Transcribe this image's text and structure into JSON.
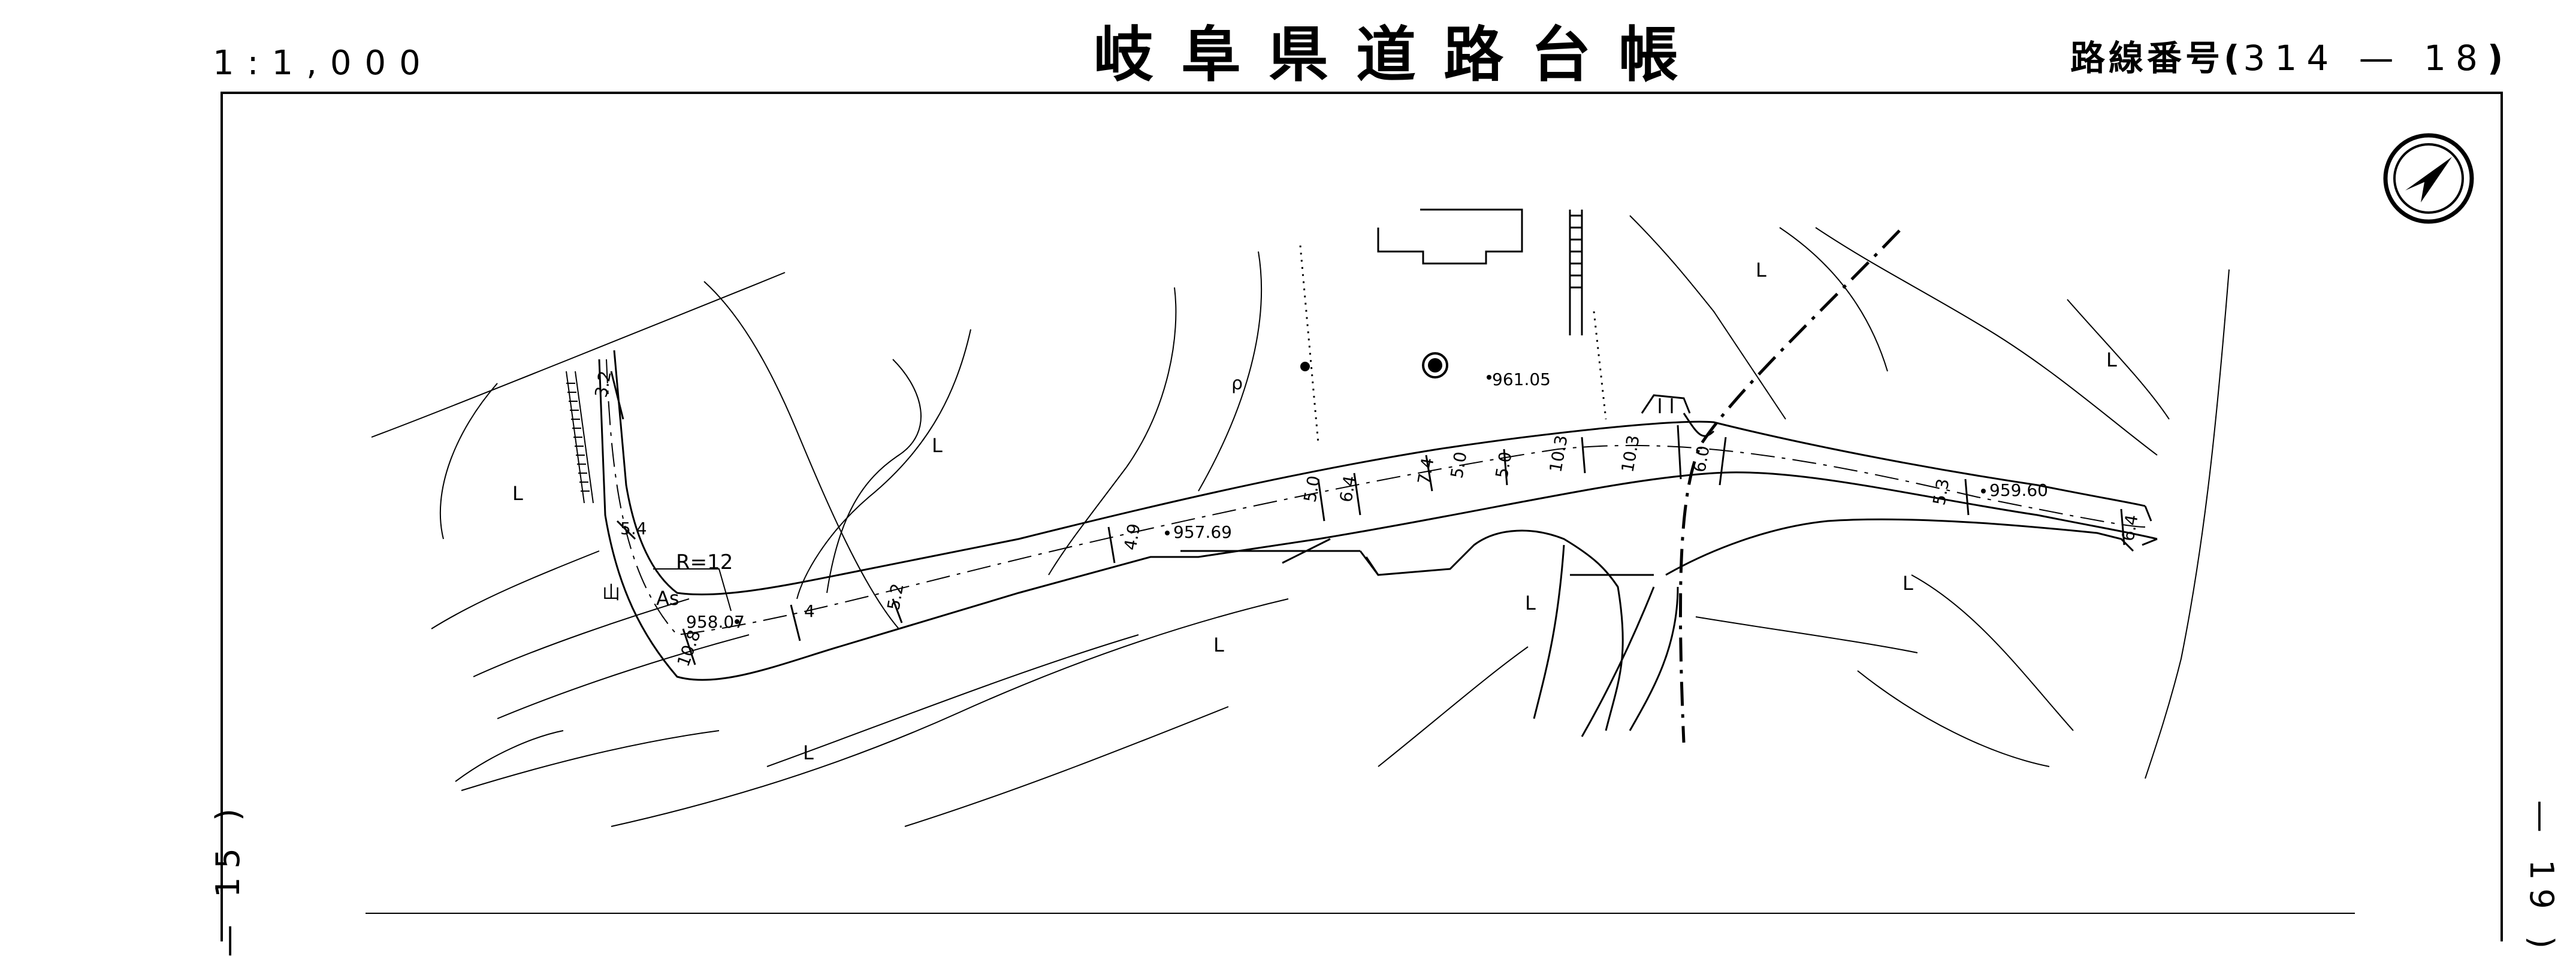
{
  "header": {
    "scale": "1:1,000",
    "title": "岐阜県道路台帳",
    "route_prefix": "路線番号(",
    "route_number": "314 — 18",
    "route_suffix": ")"
  },
  "sheet_links": {
    "left": "— 15 )",
    "right": "— 19 )"
  },
  "map": {
    "north_arrow": "north-arrow-icon",
    "curve_label": "R=12",
    "road_surface_label": "As",
    "elevations": [
      "958.07",
      "957.69",
      "961.05",
      "959.60"
    ],
    "widths": [
      "3.2",
      "5.4",
      "10.8",
      "4",
      "5.2",
      "4.9",
      "5.0",
      "6.4",
      "7.4",
      "5.0",
      "5.0",
      "10.3",
      "10.3",
      "6.0",
      "5.3",
      "6.4"
    ],
    "land_use_symbols": [
      "L",
      "L",
      "L",
      "L",
      "L",
      "L",
      "L",
      "L",
      "山",
      "ρ"
    ]
  }
}
